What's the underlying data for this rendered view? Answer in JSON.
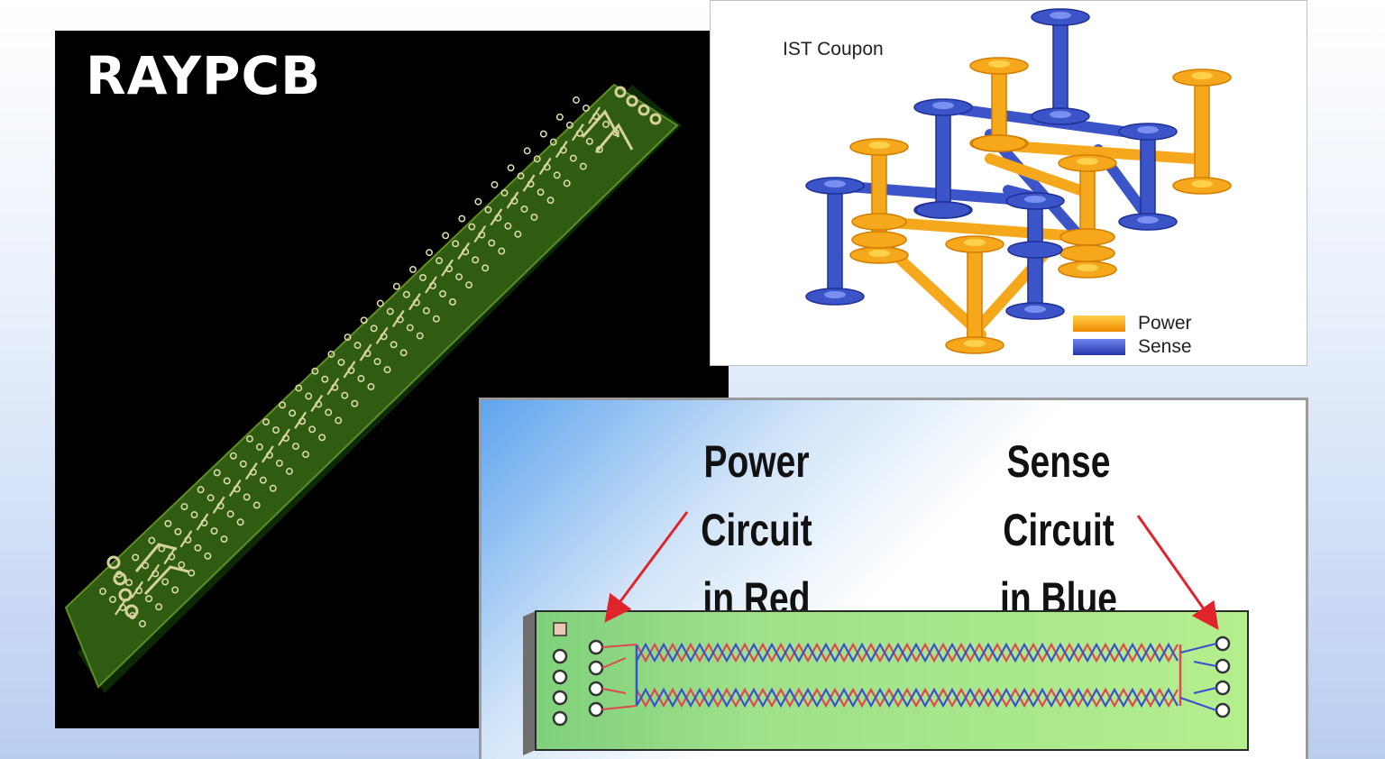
{
  "photo_panel": {
    "brand": "RAYPCB"
  },
  "ist_panel": {
    "title": "IST Coupon",
    "legend": [
      {
        "label": "Power",
        "color": "#f5a623"
      },
      {
        "label": "Sense",
        "color": "#3a55c8"
      }
    ]
  },
  "circuit_panel": {
    "power_callout": {
      "line1": "Power Circuit",
      "line2": "in Red"
    },
    "sense_callout": {
      "line1": "Sense Circuit",
      "line2": "in Blue"
    },
    "arrow_color": "#e0242b",
    "power_trace_color": "#e0474f",
    "sense_trace_color": "#3b4fd0"
  }
}
